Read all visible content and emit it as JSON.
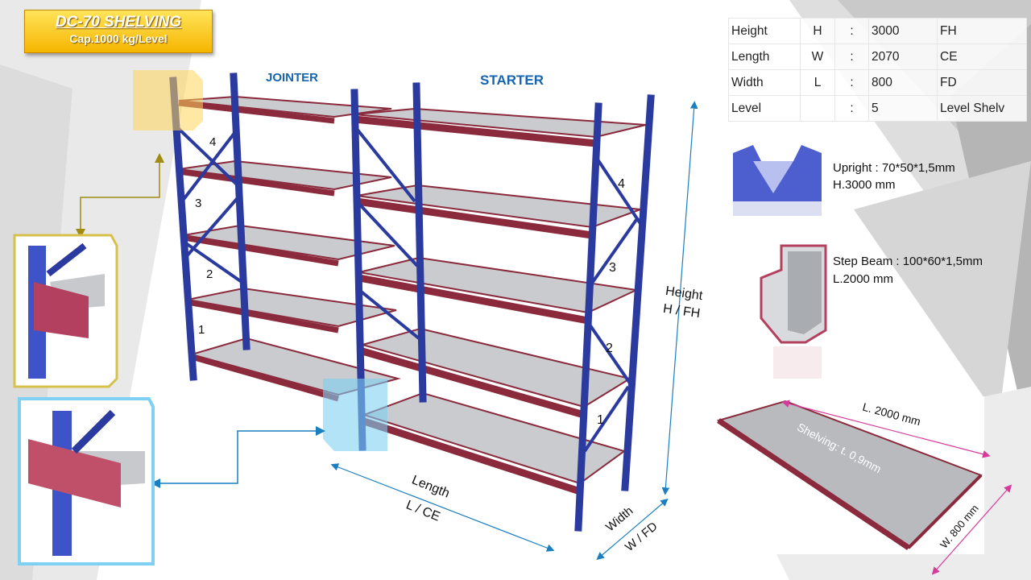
{
  "header": {
    "title": "DC-70 SHELVING",
    "capacity": "Cap.1000 kg/Level"
  },
  "spec_table": [
    {
      "label": "Height",
      "symbol": "H",
      "sep": ":",
      "value": "3000",
      "unit": "FH"
    },
    {
      "label": "Length",
      "symbol": "W",
      "sep": ":",
      "value": "2070",
      "unit": "CE"
    },
    {
      "label": "Width",
      "symbol": "L",
      "sep": ":",
      "value": "800",
      "unit": "FD"
    },
    {
      "label": "Level",
      "symbol": "",
      "sep": ":",
      "value": "5",
      "unit": "Level Shelv"
    }
  ],
  "sections": {
    "jointer": "JOINTER",
    "starter": "STARTER"
  },
  "dimensions": {
    "height_label": "Height",
    "height_code": "H / FH",
    "length_label": "Length",
    "length_code": "L / CE",
    "width_label": "Width",
    "width_code": "W / FD"
  },
  "levels_jointer": [
    "4",
    "3",
    "2",
    "1"
  ],
  "levels_starter": [
    "4",
    "3",
    "2",
    "1"
  ],
  "components": {
    "upright_line1": "Upright : 70*50*1,5mm",
    "upright_line2": "H.3000 mm",
    "beam_line1": "Step Beam : 100*60*1,5mm",
    "beam_line2": "L.2000 mm",
    "shelf_length": "L. 2000 mm",
    "shelf_thickness": "Shelving: t. 0,9mm",
    "shelf_width": "W. 800 mm"
  },
  "colors": {
    "upright": "#2b3a9e",
    "beam": "#8a2a3c",
    "shelf": "#c9cbce",
    "badge": "#f6b500",
    "accent_blue": "#1565b0",
    "arrow_blue": "#1a7fc1",
    "arrow_pink": "#d63a9a"
  }
}
